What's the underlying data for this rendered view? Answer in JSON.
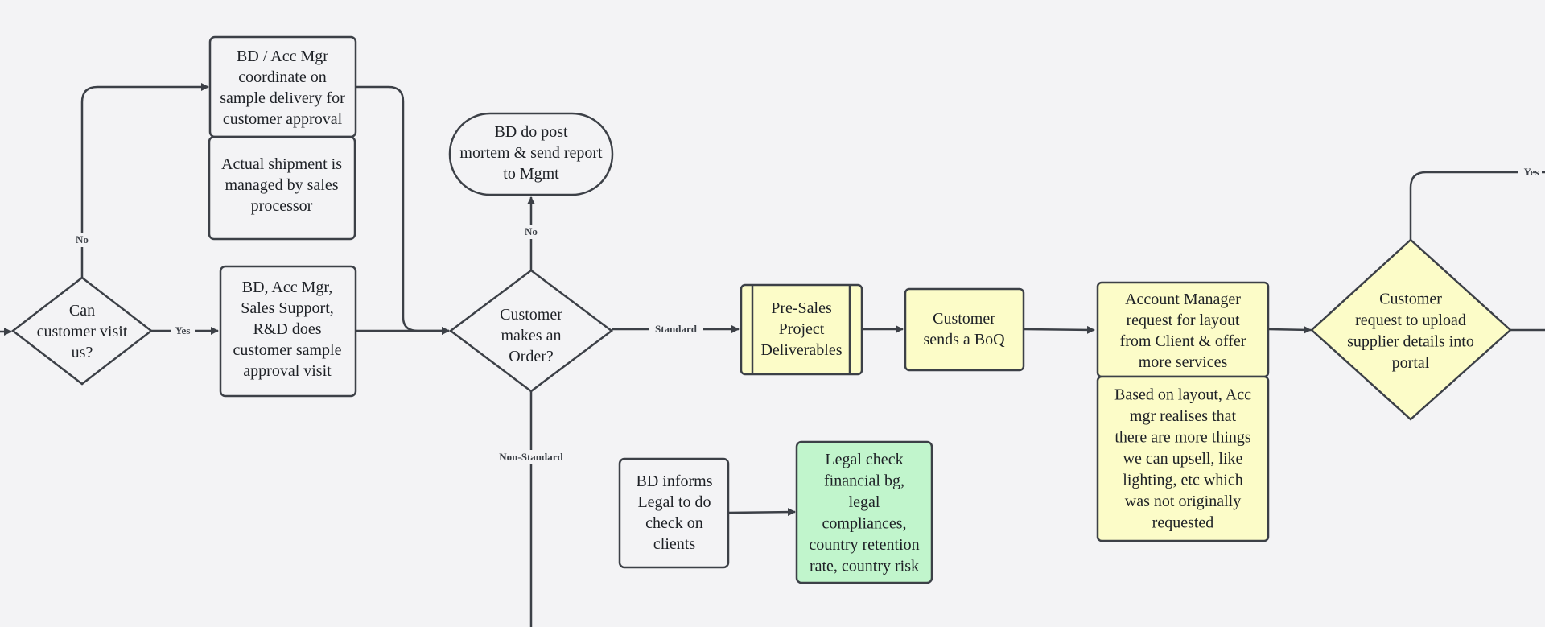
{
  "diagram": {
    "colors": {
      "background": "#f3f3f5",
      "stroke": "#3c4047",
      "default_fill": "#f3f3f5",
      "yellow_fill": "#fcfcc8",
      "green_fill": "#c1f5cc"
    },
    "nodes": [
      {
        "id": "can-customer-visit",
        "shape": "diamond",
        "fill": "default",
        "lines": [
          "Can",
          "customer visit",
          "us?"
        ]
      },
      {
        "id": "coordinate-sample-delivery",
        "shape": "rect",
        "fill": "default",
        "lines": [
          "BD / Acc Mgr",
          "coordinate on",
          "sample delivery for",
          "customer approval"
        ]
      },
      {
        "id": "actual-shipment",
        "shape": "rect",
        "fill": "default",
        "lines": [
          "Actual shipment is",
          "managed by sales",
          "processor"
        ]
      },
      {
        "id": "sample-approval-visit",
        "shape": "rect",
        "fill": "default",
        "lines": [
          "BD, Acc Mgr,",
          "Sales Support,",
          "R&D does",
          "customer sample",
          "approval visit"
        ]
      },
      {
        "id": "post-mortem",
        "shape": "terminator",
        "fill": "default",
        "lines": [
          "BD do post",
          "mortem & send report",
          "to Mgmt"
        ]
      },
      {
        "id": "customer-makes-order",
        "shape": "diamond",
        "fill": "default",
        "lines": [
          "Customer",
          "makes an",
          "Order?"
        ]
      },
      {
        "id": "pre-sales-deliverables",
        "shape": "subprocess",
        "fill": "yellow",
        "lines": [
          "Pre-Sales",
          "Project",
          "Deliverables"
        ]
      },
      {
        "id": "customer-sends-boq",
        "shape": "rect",
        "fill": "yellow",
        "lines": [
          "Customer",
          "sends a BoQ"
        ]
      },
      {
        "id": "account-manager-layout",
        "shape": "rect",
        "fill": "yellow",
        "lines": [
          "Account Manager",
          "request for layout",
          "from Client & offer",
          "more services"
        ]
      },
      {
        "id": "upsell-note",
        "shape": "rect",
        "fill": "yellow",
        "lines": [
          "Based on layout, Acc",
          "mgr realises that",
          "there are more things",
          "we can upsell, like",
          "lighting, etc which",
          "was not originally",
          "requested"
        ]
      },
      {
        "id": "upload-supplier-details",
        "shape": "diamond",
        "fill": "yellow",
        "lines": [
          "Customer",
          "request to upload",
          "supplier details into",
          "portal"
        ]
      },
      {
        "id": "bd-informs-legal",
        "shape": "rect",
        "fill": "default",
        "lines": [
          "BD informs",
          "Legal to do",
          "check on",
          "clients"
        ]
      },
      {
        "id": "legal-check",
        "shape": "rect",
        "fill": "green",
        "lines": [
          "Legal check",
          "financial bg,",
          "legal",
          "compliances,",
          "country retention",
          "rate, country risk"
        ]
      }
    ],
    "edge_labels": {
      "no_visit": "No",
      "yes_visit": "Yes",
      "no_order": "No",
      "standard": "Standard",
      "non_standard": "Non-Standard",
      "yes_upload": "Yes"
    }
  }
}
